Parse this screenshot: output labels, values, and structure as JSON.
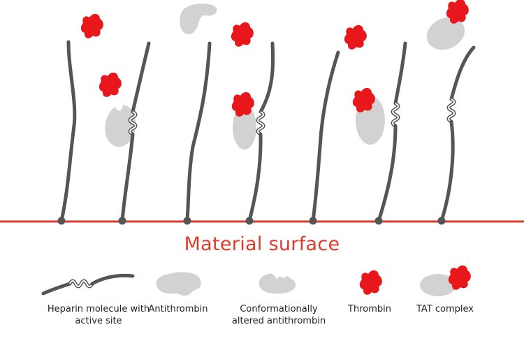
{
  "surface": {
    "label": "Material surface"
  },
  "legend": {
    "heparin": "Heparin molecule with active site",
    "antithrombin": "Antithrombin",
    "altered_antithrombin": "Conformationally altered antithrombin",
    "thrombin": "Thrombin",
    "tat_complex": "TAT complex"
  },
  "colors": {
    "heparin": "#555555",
    "protein": "#d2d2d2",
    "thrombin": "#e8171b",
    "surface": "#dd3a2c"
  }
}
